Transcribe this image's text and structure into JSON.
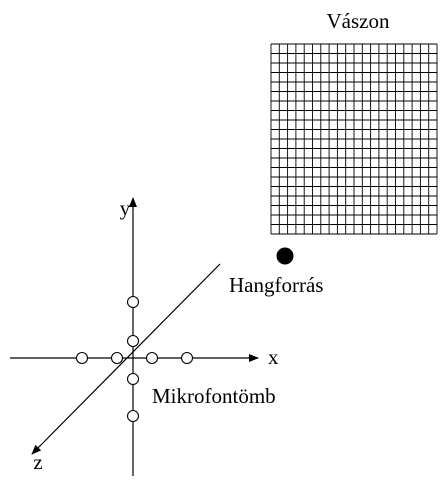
{
  "labels": {
    "canvas": "Vászon",
    "source": "Hangforrás",
    "array": "Mikrofontömb",
    "x_axis": "x",
    "y_axis": "y",
    "z_axis": "z"
  },
  "grid": {
    "rows": 20,
    "columns": 20
  },
  "microphones": {
    "on_x_axis": 4,
    "on_y_axis": 4
  },
  "colors": {
    "line": "#000000",
    "background": "#ffffff",
    "source_dot": "#000000"
  }
}
